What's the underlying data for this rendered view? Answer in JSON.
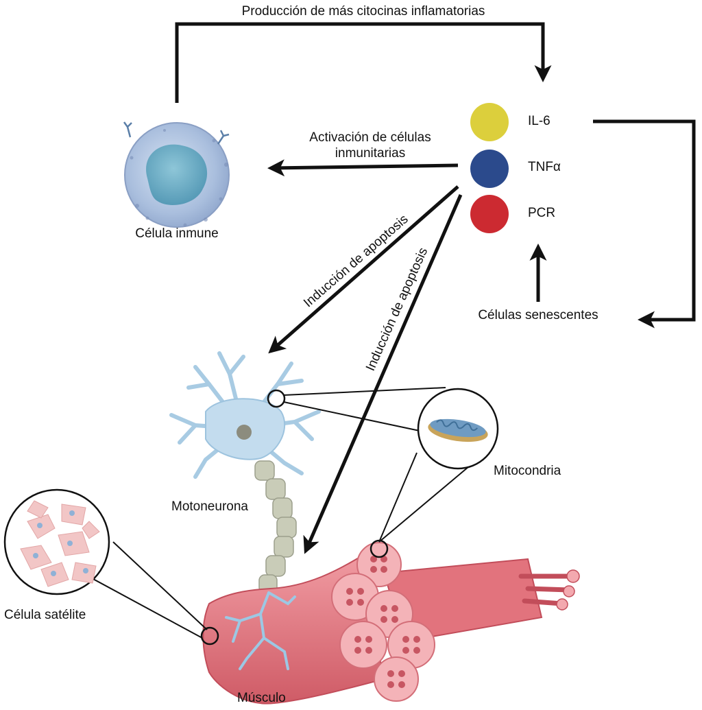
{
  "labels": {
    "top_arrow": "Producción de más citocinas inflamatorias",
    "activation_line1": "Activación de células",
    "activation_line2": "inmunitarias",
    "immune_cell": "Célula inmune",
    "il6": "IL-6",
    "tnf": "TNFα",
    "pcr": "PCR",
    "senescent": "Células senescentes",
    "apoptosis_1": "Inducción de apoptosis",
    "apoptosis_2": "Inducción de apoptosis",
    "mitochondria": "Mitocondria",
    "motoneuron": "Motoneurona",
    "satellite": "Célula satélite",
    "muscle": "Músculo"
  },
  "colors": {
    "il6": "#dccf3c",
    "tnf": "#2b4a8c",
    "pcr": "#cc2a31",
    "immune_body": "#9fb4d6",
    "neuron": "#bcd8ec",
    "muscle": "#e7868e",
    "arrow": "#111111"
  }
}
